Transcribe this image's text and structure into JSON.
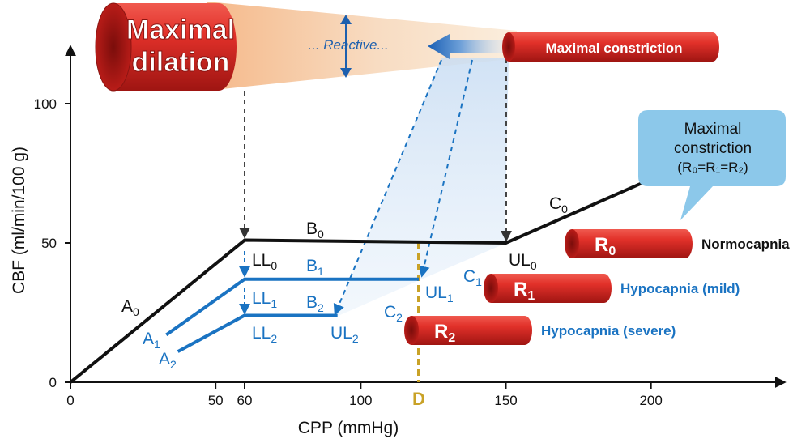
{
  "colors": {
    "black": "#111111",
    "blue": "#1a73c2",
    "gold": "#c9a227",
    "red": "#d2231f",
    "callout": "#8cc8ea",
    "reactive_text": "#1c5fae",
    "cone": "#f6c9a0"
  },
  "axes": {
    "x_label": "CPP (mmHg)",
    "y_label": "CBF (ml/min/100 g)",
    "x_ticks": [
      "0",
      "50",
      "60",
      "100",
      "150",
      "200"
    ],
    "y_ticks": [
      "0",
      "50",
      "100"
    ],
    "D_label": "D"
  },
  "top": {
    "maximal_dilation": [
      "Maximal",
      "dilation"
    ],
    "reactive": "... Reactive...",
    "maximal_constriction": "Maximal constriction"
  },
  "callout": {
    "lines": [
      "Maximal",
      "constriction",
      "(R₀=R₁=R₂)"
    ]
  },
  "labels": {
    "A0": {
      "base": "A",
      "sub": "0"
    },
    "B0": {
      "base": "B",
      "sub": "0"
    },
    "C0": {
      "base": "C",
      "sub": "0"
    },
    "LL0": {
      "base": "LL",
      "sub": "0"
    },
    "UL0": {
      "base": "UL",
      "sub": "0"
    },
    "A1": {
      "base": "A",
      "sub": "1"
    },
    "B1": {
      "base": "B",
      "sub": "1"
    },
    "C1": {
      "base": "C",
      "sub": "1"
    },
    "LL1": {
      "base": "LL",
      "sub": "1"
    },
    "UL1": {
      "base": "UL",
      "sub": "1"
    },
    "A2": {
      "base": "A",
      "sub": "2"
    },
    "B2": {
      "base": "B",
      "sub": "2"
    },
    "C2": {
      "base": "C",
      "sub": "2"
    },
    "LL2": {
      "base": "LL",
      "sub": "2"
    },
    "UL2": {
      "base": "UL",
      "sub": "2"
    }
  },
  "vessels": {
    "R0": {
      "base": "R",
      "sub": "0",
      "state": "Normocapnia"
    },
    "R1": {
      "base": "R",
      "sub": "1",
      "state": "Hypocapnia (mild)"
    },
    "R2": {
      "base": "R",
      "sub": "2",
      "state": "Hypocapnia (severe)"
    }
  },
  "chart_data": {
    "type": "line",
    "x_axis": {
      "label": "CPP (mmHg)",
      "ticks": [
        0,
        50,
        60,
        100,
        150,
        200
      ]
    },
    "y_axis": {
      "label": "CBF (ml/min/100 g)",
      "ticks": [
        0,
        50,
        100
      ]
    },
    "series": [
      {
        "name": "Normocapnia",
        "x": [
          0,
          60,
          150,
          198
        ],
        "y": [
          0,
          51,
          50,
          72
        ]
      },
      {
        "name": "Hypocapnia (mild)",
        "x": [
          33,
          60,
          120
        ],
        "y": [
          17,
          37,
          37
        ]
      },
      {
        "name": "Hypocapnia (severe)",
        "x": [
          37,
          60,
          92
        ],
        "y": [
          11,
          24,
          24
        ]
      }
    ],
    "markers": {
      "D": 120
    }
  }
}
